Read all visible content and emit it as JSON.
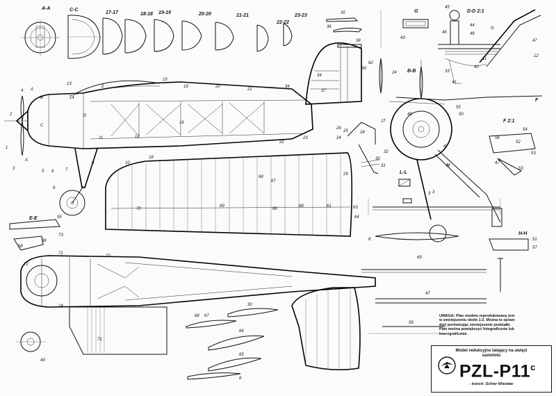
{
  "sheet": {
    "section_labels": {
      "aa": "A-A",
      "cc": "C-C",
      "s1717": "17-17",
      "s1818": "18-18",
      "s1919": "19-19",
      "s2020": "20-20",
      "s2121": "21-21",
      "s2222": "22-22",
      "s2323": "23-23",
      "g": "G",
      "dd": "D-D 2:1",
      "bb": "B-B",
      "ff": "F 2:1",
      "ee": "E-E",
      "hh": "H-H",
      "l1": "L-L",
      "kk": "K"
    },
    "part_numbers": {
      "p1": "1",
      "p2": "2",
      "p3": "3",
      "p4": "4",
      "p5": "5",
      "p6": "6",
      "p7": "7",
      "p8": "8",
      "p9": "9",
      "p10": "10",
      "p11": "11",
      "p12": "12",
      "p13": "13",
      "p14": "14",
      "p15": "15",
      "p16": "16",
      "p18": "18",
      "p19": "19",
      "p20": "20",
      "p21": "21",
      "p22": "22",
      "p23": "23",
      "p24": "24",
      "p25": "25",
      "p26": "26",
      "p27": "27",
      "p28": "28",
      "p29": "29",
      "p30": "30",
      "p31": "31",
      "p32": "32",
      "p33": "33",
      "p34": "34",
      "p35": "35",
      "p36": "36",
      "p37": "37",
      "p38": "38",
      "p39": "39",
      "p40": "40",
      "p41": "41",
      "p42": "42",
      "p43": "43",
      "p44": "44",
      "p45": "45",
      "p46": "46",
      "p47": "47",
      "p48": "48",
      "p49": "49",
      "p50": "50",
      "p51": "51",
      "p52": "52",
      "p53": "53",
      "p54": "54",
      "p55": "55",
      "p56": "56",
      "p57": "57",
      "p58": "58",
      "p59": "59",
      "p61": "61",
      "p62": "62",
      "p63": "63",
      "p64": "64",
      "p65": "65",
      "p66": "66",
      "p67": "67",
      "p68": "68",
      "p69": "69",
      "p70": "70",
      "p71": "71",
      "p72": "72",
      "p73": "73"
    },
    "letters": {
      "a": "A",
      "b": "B",
      "c": "C",
      "d": "D",
      "e": "E",
      "f": "F",
      "g": "G",
      "h": "H",
      "k": "K"
    }
  },
  "note": {
    "lines": [
      "UWAGA: Plan modelu reprodukowany jest",
      "w zmniejszeniu około 1:2. Można to spraw-",
      "dzić porównując zmniejszenie podziałki.",
      "Plan można powiększyć fotograficznie lub",
      "kserograficznie."
    ]
  },
  "title_block": {
    "caption_line1": "Model redukcyjno latający na uwięzi",
    "caption_line2": "samolotu",
    "model": "PZL-P11",
    "model_suffix": "c",
    "designer": "- konstr. Schier Wiesław"
  }
}
